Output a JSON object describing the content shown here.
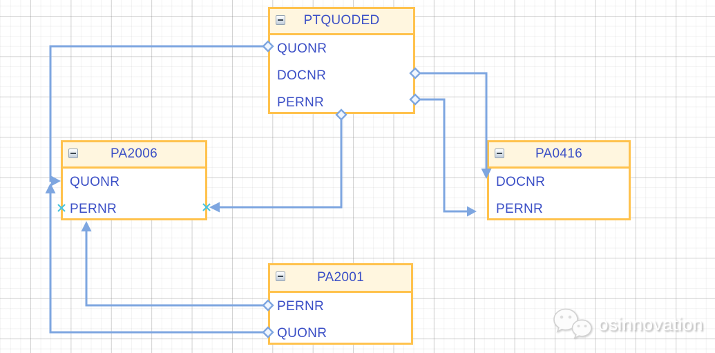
{
  "diagram": {
    "tables": [
      {
        "id": "ptquoded",
        "title": "PTQUODED",
        "fields": [
          "QUONR",
          "DOCNR",
          "PERNR"
        ]
      },
      {
        "id": "pa2006",
        "title": "PA2006",
        "fields": [
          "QUONR",
          "PERNR"
        ]
      },
      {
        "id": "pa0416",
        "title": "PA0416",
        "fields": [
          "DOCNR",
          "PERNR"
        ]
      },
      {
        "id": "pa2001",
        "title": "PA2001",
        "fields": [
          "PERNR",
          "QUONR"
        ]
      }
    ],
    "connectors": [
      {
        "from": "PTQUODED.QUONR",
        "to": "PA2006.QUONR",
        "source_marker": "diamond",
        "target_marker": "arrow"
      },
      {
        "from": "PA2001.QUONR",
        "to": "PA2006",
        "source_marker": "diamond",
        "target_marker": "arrow"
      },
      {
        "from": "PA2001.PERNR",
        "to": "PA2006",
        "source_marker": "diamond",
        "target_marker": "arrow"
      },
      {
        "from": "PTQUODED",
        "to": "PA2006.PERNR",
        "source_marker": "diamond",
        "target_marker": "arrow-cross"
      },
      {
        "from": "PTQUODED.DOCNR",
        "to": "PA0416.DOCNR",
        "source_marker": "diamond",
        "target_marker": "arrow"
      },
      {
        "from": "PTQUODED.PERNR",
        "to": "PA0416.PERNR",
        "source_marker": "diamond",
        "target_marker": "arrow"
      }
    ],
    "colors": {
      "table_border": "#FFC24D",
      "header_fill": "#FFF6DF",
      "body_fill": "#FFFFFF",
      "text": "#3B4FC6",
      "connector": "#7EA6E0",
      "cross_mark": "#4AC4DF"
    }
  },
  "watermark": {
    "text": "osinnovation",
    "icon": "wechat-logo-icon"
  }
}
